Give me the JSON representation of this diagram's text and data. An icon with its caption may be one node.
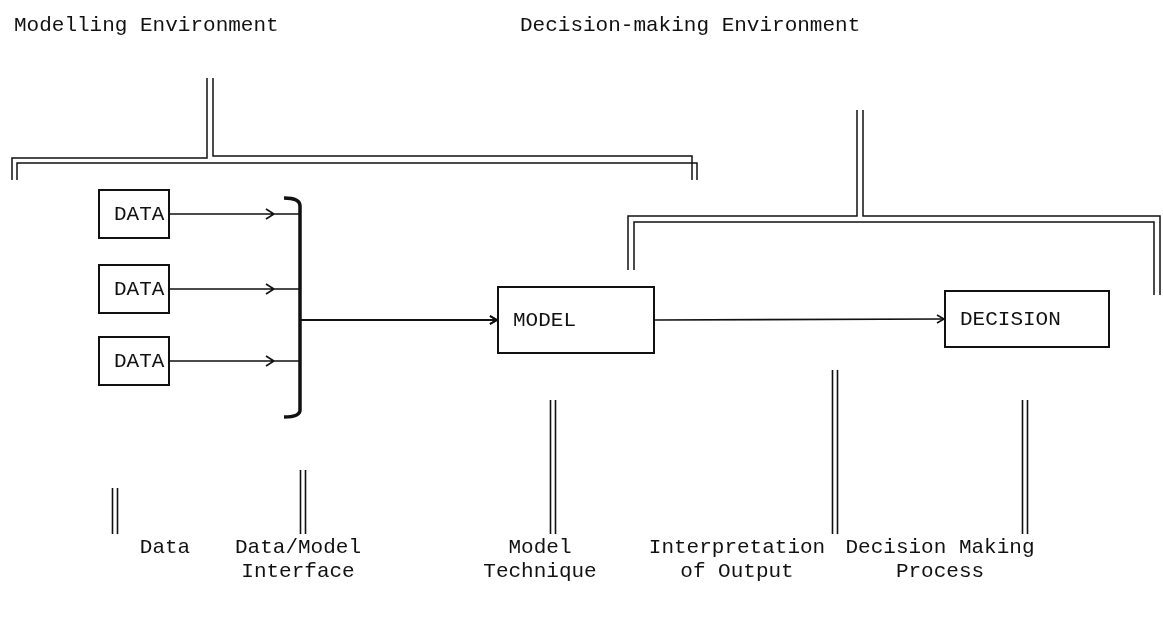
{
  "diagram": {
    "nodes": [
      {
        "text": [
          "DATA"
        ]
      },
      {
        "text": [
          "DATA"
        ]
      },
      {
        "text": [
          "DATA"
        ]
      },
      {
        "text": [
          "MODEL"
        ]
      },
      {
        "text": [
          "DECISION"
        ]
      },
      {
        "text": [
          "Data"
        ]
      },
      {
        "text": [
          "Data/Model Interface"
        ]
      },
      {
        "text": [
          "Model Technique"
        ]
      },
      {
        "text": [
          "Interpretation of Output"
        ]
      },
      {
        "text": [
          "Decision Making Process"
        ]
      }
    ],
    "edges": [
      {
        "from": 0,
        "to": 3,
        "arrow": "to"
      },
      {
        "from": 1,
        "to": 3,
        "arrow": "to"
      },
      {
        "from": 2,
        "to": 3,
        "arrow": "to"
      },
      {
        "from": 3,
        "to": 4,
        "arrow": "to"
      },
      {
        "from": 5,
        "to": null,
        "arrow": "none"
      },
      {
        "from": 6,
        "to": null,
        "arrow": "none"
      },
      {
        "from": 7,
        "to": null,
        "arrow": "none"
      },
      {
        "from": 8,
        "to": null,
        "arrow": "none"
      },
      {
        "from": 9,
        "to": null,
        "arrow": "none"
      }
    ],
    "labels": [
      "Modelling Environment",
      "Decision-making Environment"
    ]
  }
}
